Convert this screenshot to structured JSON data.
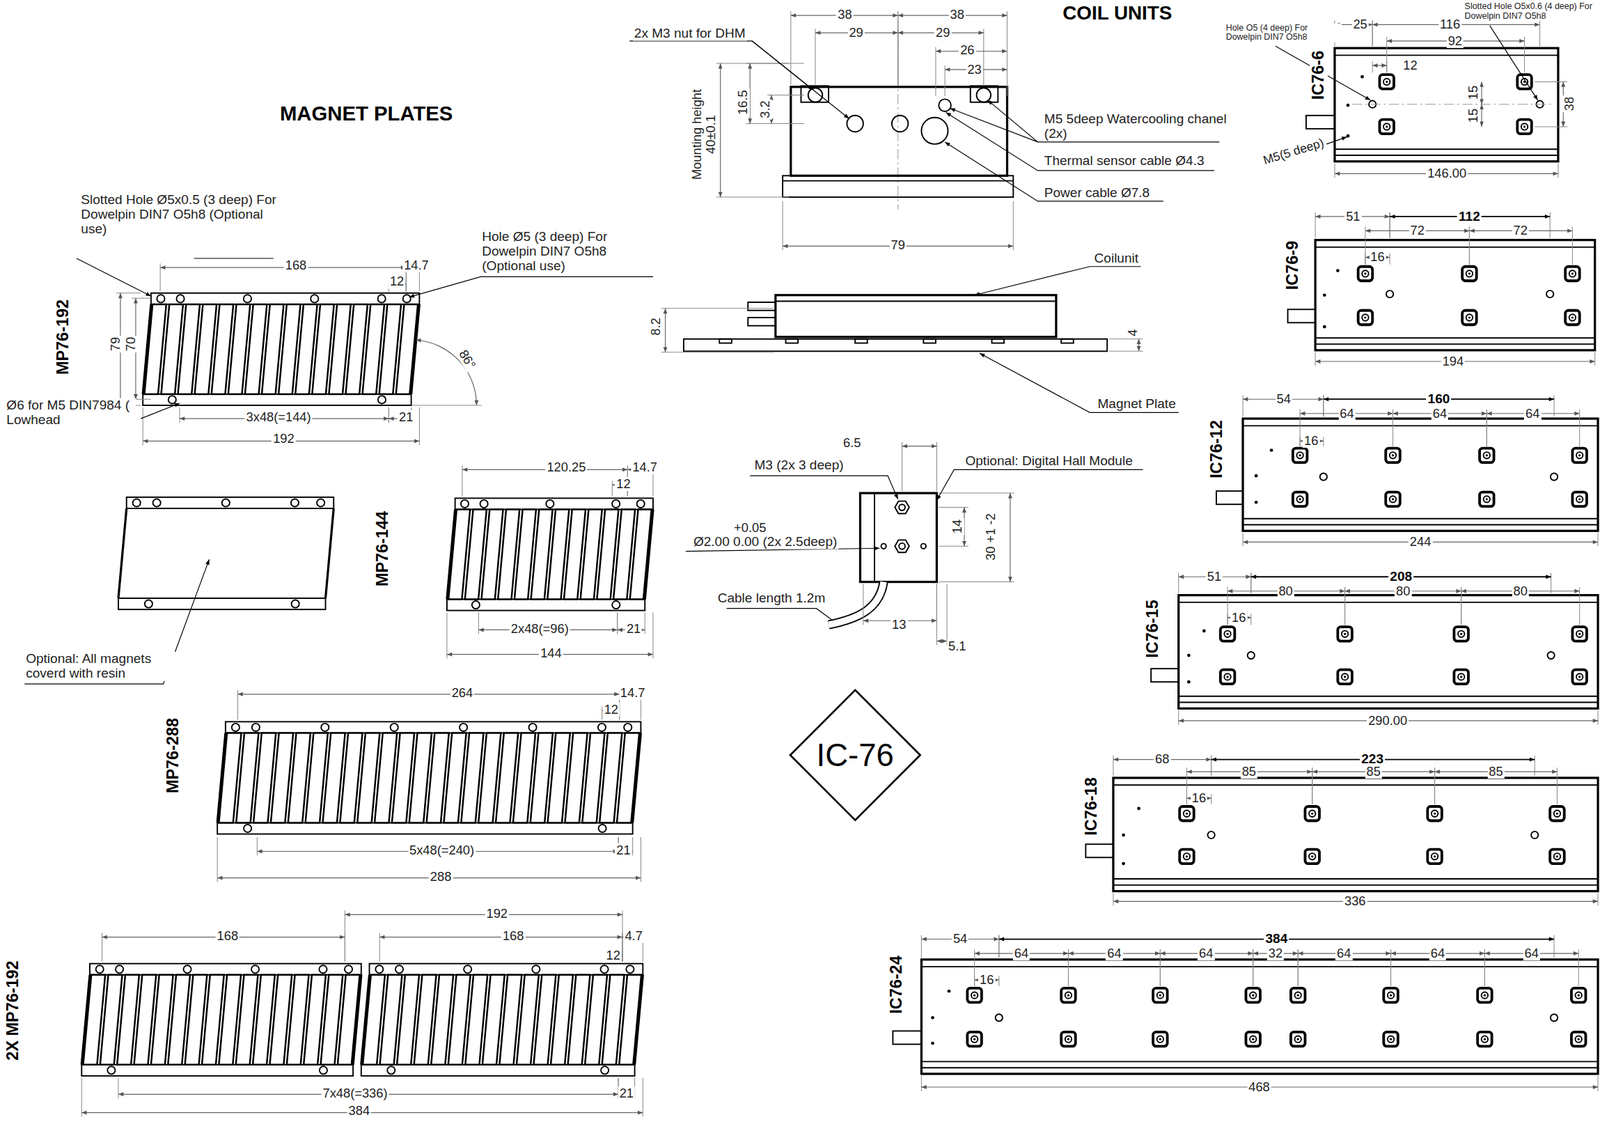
{
  "diagram": {
    "nodes": [
      {
        "text": [
          "IC-76"
        ]
      }
    ],
    "labels": [
      "MAGNET PLATES",
      "COIL UNITS",
      "Slotted Hole Ø5x0.5 (3 deep) For Dowelpin DIN7 O5h8 (Optional use)",
      "Hole Ø5 (3 deep) For Dowelpin DIN7 O5h8 (Optional use)",
      "168",
      "14.7",
      "12",
      "79",
      "70",
      "MP76-192",
      "86°",
      "Ø6 for M5 DIN7984 ( Lowhead",
      "3x48(=144)",
      "21",
      "192",
      "Optional: All magnets coverd with resin",
      "120.25",
      "14.7",
      "12",
      "MP76-144",
      "2x48(=96)",
      "21",
      "144",
      "264",
      "14.7",
      "12",
      "MP76-288",
      "5x48(=240)",
      "21",
      "288",
      "192",
      "168",
      "168",
      "4.7",
      "12",
      "2X MP76-192",
      "7x48(=336)",
      "21",
      "384",
      "2x M3 nut for DHM",
      "38",
      "38",
      "29",
      "29",
      "26",
      "23",
      "16.5",
      "3.2",
      "Mounting height 40±0.1",
      "M5 5deep Watercooling chanel (2x)",
      "Thermal sensor cable Ø4.3",
      "Power cable Ø7.8",
      "79",
      "Coilunit",
      "8.2",
      "4",
      "Magnet Plate",
      "6.5",
      "M3 (2x 3 deep)",
      "Optional: Digital Hall Module",
      "14",
      "30 +1 -2",
      "+0.05",
      "Ø2.00 0.00 (2x 2.5deep)",
      "Cable length 1.2m",
      "13",
      "5.1",
      "25",
      "116",
      "Hole O5 (4 deep) For Dowelpin DIN7 O5h8",
      "Slotted Hole O5x0.6 (4 deep) For Dowelpin DIN7 O5h8",
      "92",
      "12",
      "IC76-6",
      "15",
      "15",
      "38",
      "M5(5 deep)",
      "146.00",
      "51",
      "112",
      "72",
      "72",
      "16",
      "IC76-9",
      "194",
      "54",
      "160",
      "64",
      "64",
      "64",
      "16",
      "IC76-12",
      "244",
      "51",
      "208",
      "80",
      "80",
      "80",
      "16",
      "IC76-15",
      "290.00",
      "68",
      "223",
      "85",
      "85",
      "85",
      "16",
      "IC76-18",
      "336",
      "54",
      "384",
      "64",
      "64",
      "64",
      "32",
      "64",
      "64",
      "64",
      "16",
      "IC76-24",
      "468"
    ]
  }
}
